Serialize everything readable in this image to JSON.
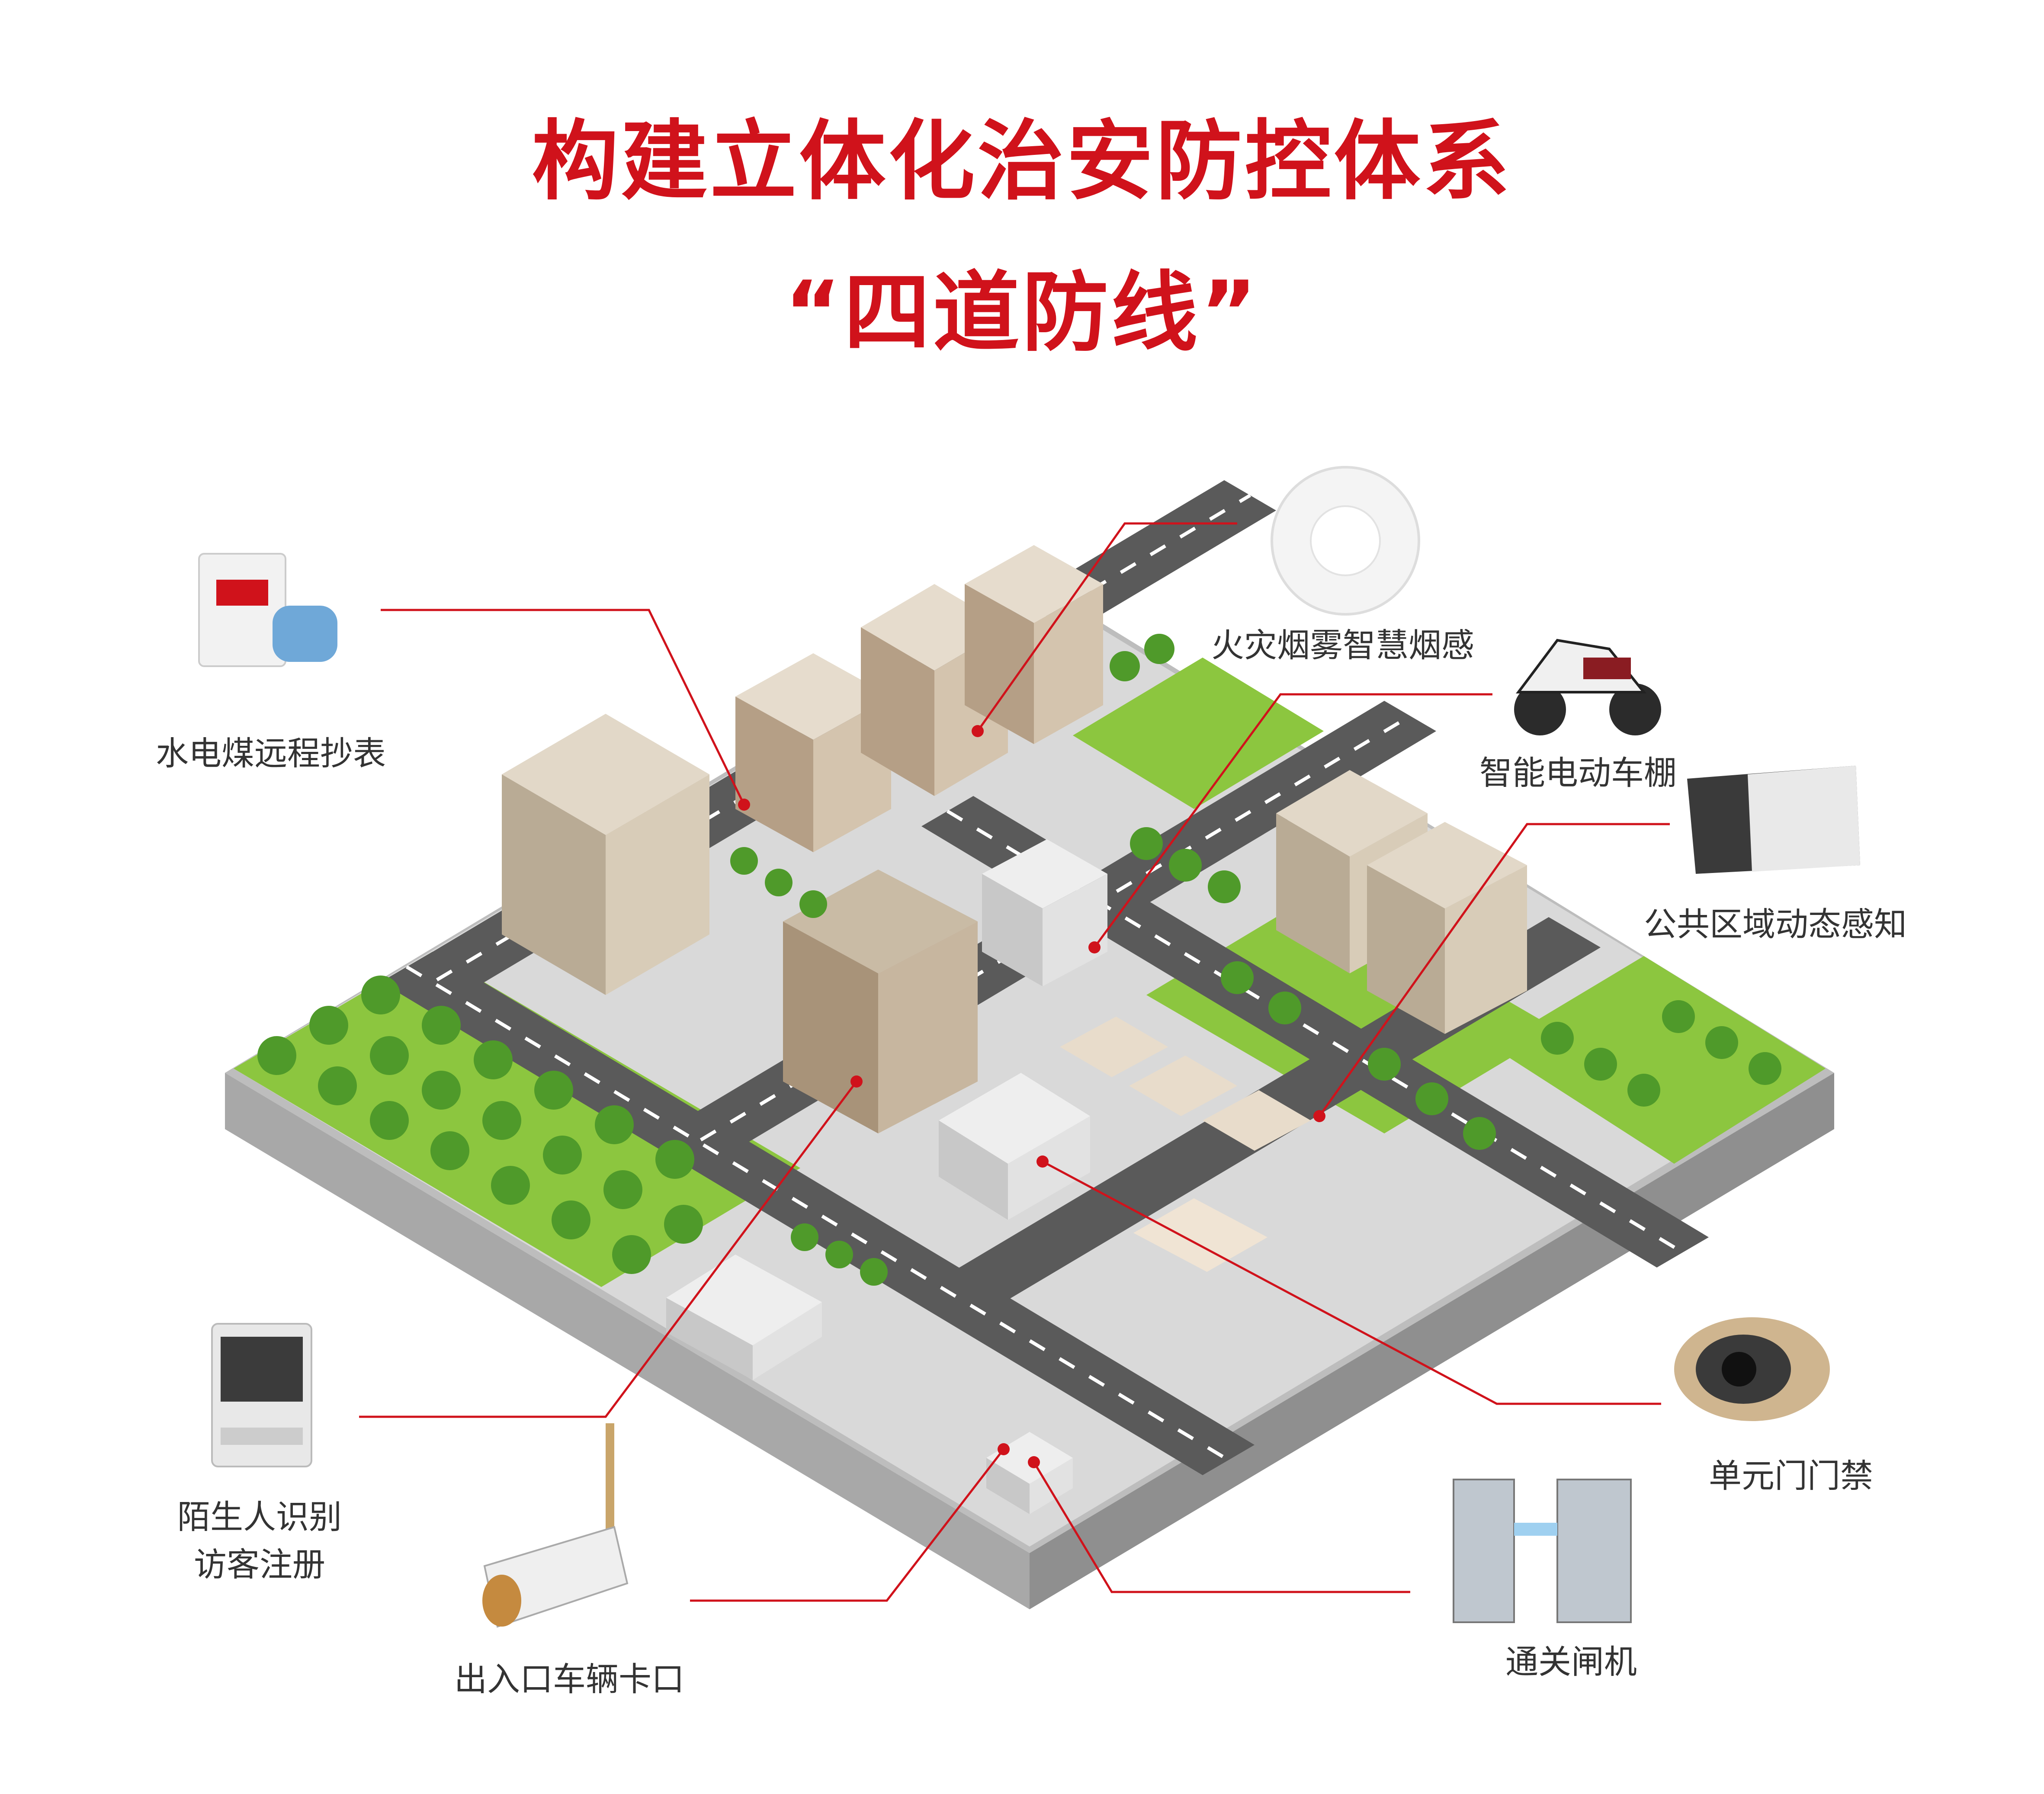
{
  "title": {
    "line1": "构建立体化治安防控体系",
    "line2": "“四道防线”"
  },
  "devices": {
    "meter_reading": "水电煤远程抄表",
    "smoke_sensor": "火灾烟雾智慧烟感",
    "ebike_shed": "智能电动车棚",
    "public_area_sensing": "公共区域动态感知",
    "visitor_recognition_line1": "陌生人识别",
    "visitor_recognition_line2": "访客注册",
    "vehicle_checkpoint": "出入口车辆卡口",
    "unit_door_access": "单元门门禁",
    "turnstile": "通关闸机"
  },
  "colors": {
    "accent": "#d0121b",
    "ground": "#8cc63f",
    "road": "#5a5a5a",
    "platform": "#d5d5d5"
  }
}
